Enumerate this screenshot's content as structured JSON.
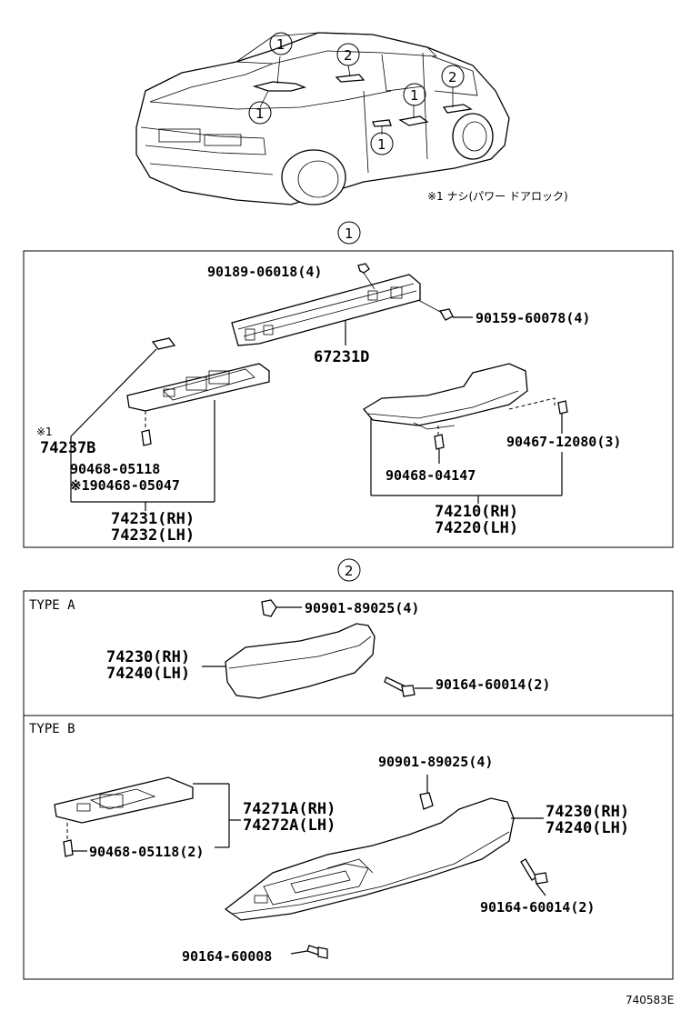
{
  "callouts": {
    "one": "1",
    "two": "2"
  },
  "note": "※1 ナシ(パワー ドアロック)",
  "section1": {
    "label": "1",
    "bolt_top": "90189-06018(4)",
    "screw_right": "90159-60078(4)",
    "bracket": "67231D",
    "cover_note_mark": "※1",
    "cover": "74237B",
    "clip_a": "90468-05118",
    "clip_b": "※190468-05047",
    "panel_rh": "74231(RH)",
    "panel_lh": "74232(LH)",
    "clip_c": "90467-12080(3)",
    "clip_d": "90468-04147",
    "armrest_rh": "74210(RH)",
    "armrest_lh": "74220(LH)"
  },
  "section2": {
    "label": "2",
    "type_a": {
      "title": "TYPE A",
      "clip": "90901-89025(4)",
      "armrest_rh": "74230(RH)",
      "armrest_lh": "74240(LH)",
      "screw": "90164-60014(2)"
    },
    "type_b": {
      "title": "TYPE B",
      "clip_top": "90901-89025(4)",
      "panel_rh": "74271A(RH)",
      "panel_lh": "74272A(LH)",
      "clip_left": "90468-05118(2)",
      "armrest_rh": "74230(RH)",
      "armrest_lh": "74240(LH)",
      "screw_right": "90164-60014(2)",
      "screw_bottom": "90164-60008"
    }
  },
  "figure_id": "740583E"
}
